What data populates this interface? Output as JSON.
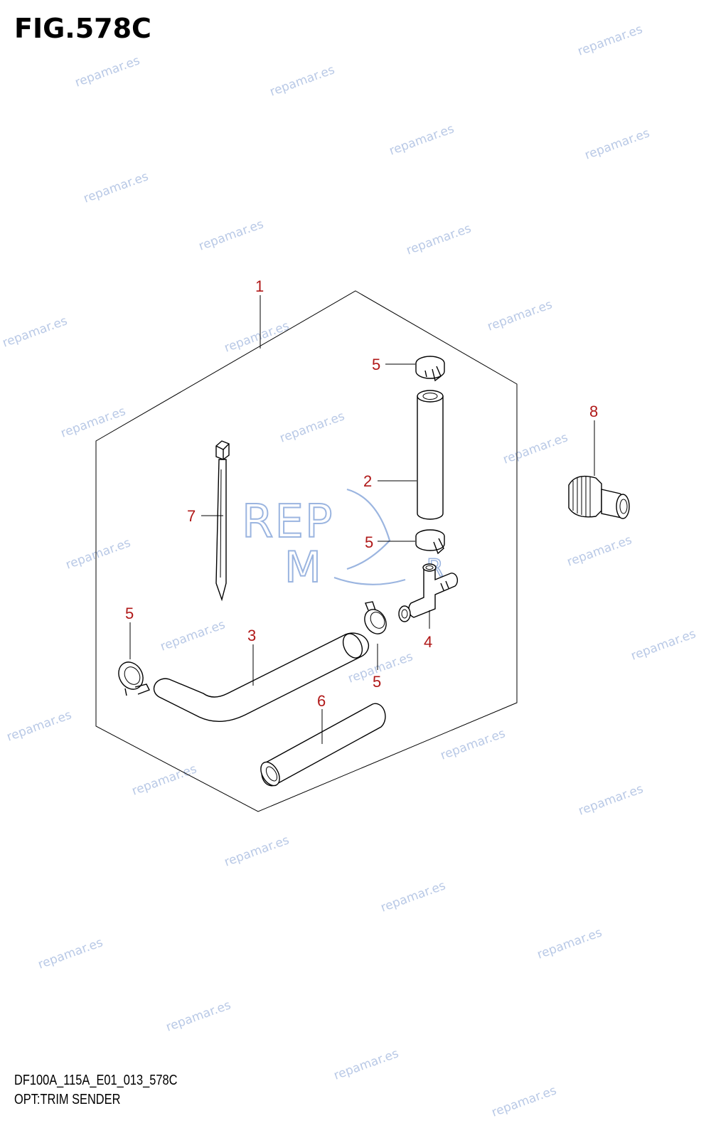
{
  "figure_title": "FIG.578C",
  "footer": {
    "model_code": "DF100A_115A_E01_013_578C",
    "section_name": "OPT:TRIM SENDER"
  },
  "callouts": {
    "c1": "1",
    "c2": "2",
    "c3": "3",
    "c4": "4",
    "c5a": "5",
    "c5b": "5",
    "c5c": "5",
    "c5d": "5",
    "c6": "6",
    "c7": "7",
    "c8": "8"
  },
  "watermark": "repamar.es",
  "logo": {
    "text_top": "REP",
    "text_bottom": "M",
    "text_r": "R"
  },
  "colors": {
    "callout": "#b01818",
    "watermark": "#b9c9e6",
    "logo": "#9bb5e0"
  }
}
